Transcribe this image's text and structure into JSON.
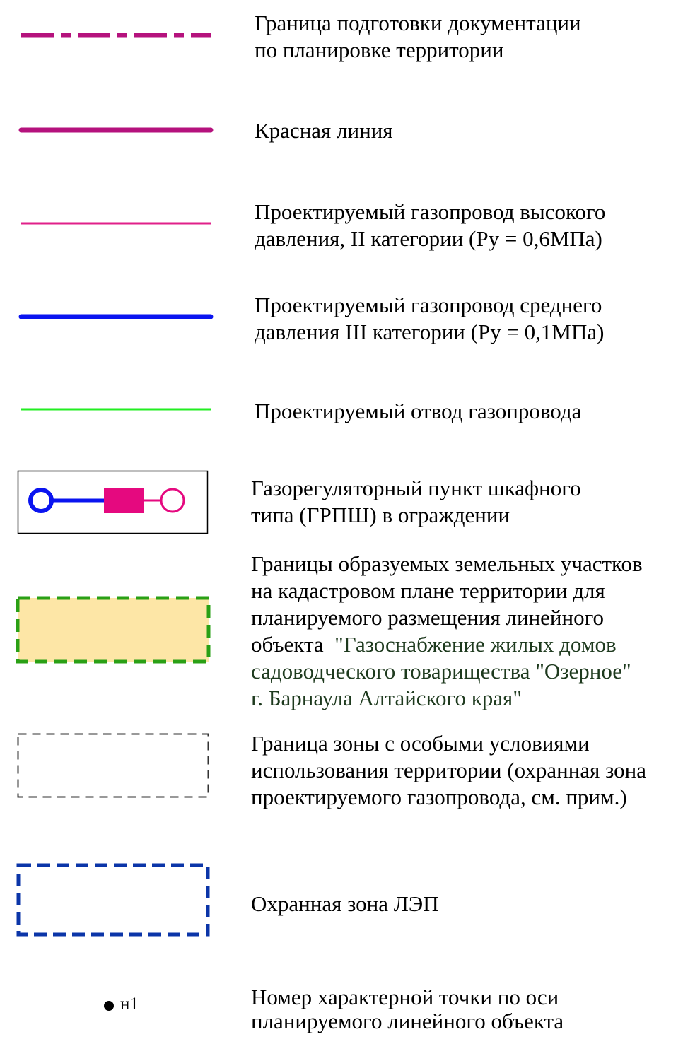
{
  "legend": {
    "items": [
      {
        "id": "planning-boundary",
        "lines": [
          "Граница подготовки документации",
          "по планировке территории"
        ],
        "color": "#b5127d"
      },
      {
        "id": "red-line",
        "lines": [
          "Красная линия"
        ],
        "color": "#b5127d"
      },
      {
        "id": "high-pressure-pipeline",
        "lines": [
          "Проектируемый газопровод высокого",
          "давления, II категории (Ру = 0,6МПа)"
        ],
        "color": "#e0208a"
      },
      {
        "id": "medium-pressure-pipeline",
        "lines": [
          "Проектируемый газопровод среднего",
          "давления III категории (Ру = 0,1МПа)"
        ],
        "color": "#0a14f0"
      },
      {
        "id": "pipeline-branch",
        "lines": [
          "Проектируемый отвод газопровода"
        ],
        "color": "#22ee22"
      },
      {
        "id": "grpsh",
        "lines": [
          "Газорегуляторный пункт шкафного",
          "типа (ГРПШ) в ограждении"
        ],
        "colors": {
          "blue": "#0a14f0",
          "magenta": "#e5097f"
        }
      },
      {
        "id": "land-plots",
        "lines": [
          "Границы образуемых земельных участков",
          "на кадастровом плане территории для",
          "планируемого размещения линейного"
        ],
        "object_prefix": "объекта  ",
        "object_lines": [
          "\"Газоснабжение жилых домов",
          "садоводческого товарищества \"Озерное\"",
          "г. Барнаула Алтайского края\""
        ],
        "colors": {
          "fill": "#fde6a6",
          "border": "#2aa015"
        }
      },
      {
        "id": "special-zone",
        "lines": [
          "Граница зоны с особыми условиями",
          "использования территории (охранная зона",
          "проектируемого газопровода, см. прим.)"
        ],
        "color": "#333333"
      },
      {
        "id": "power-line-zone",
        "lines": [
          "Охранная зона ЛЭП"
        ],
        "color": "#0b35a8"
      },
      {
        "id": "point-number",
        "lines": [
          "Номер характерной точки по оси",
          "планируемого линейного объекта"
        ],
        "marker_label": "н1"
      }
    ]
  }
}
